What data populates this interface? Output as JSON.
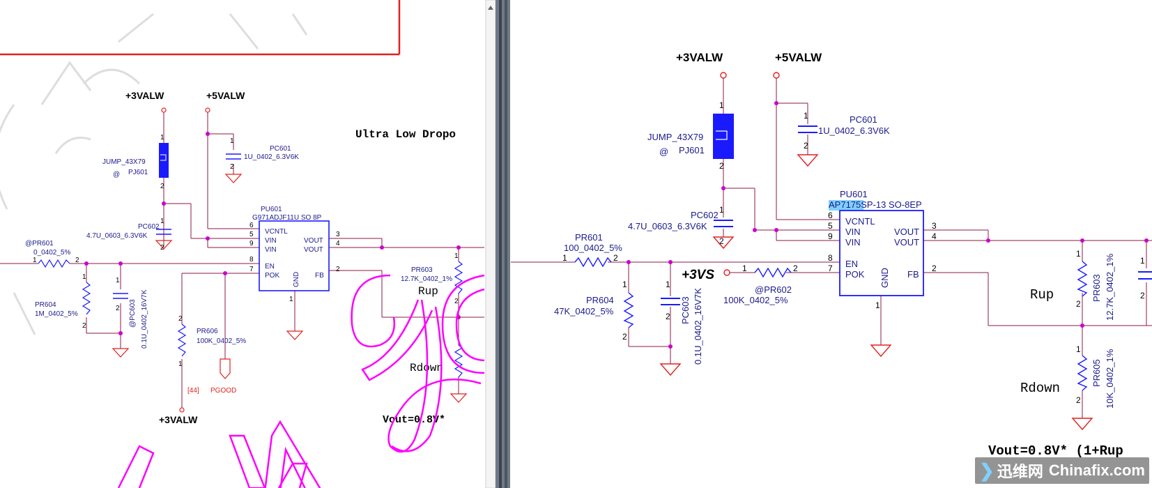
{
  "left": {
    "power_3valw": "+3VALW",
    "power_5valw": "+5VALW",
    "power_3valw_bottom": "+3VALW",
    "title_text": "Ultra Low Dropo",
    "jump_name": "JUMP_43X79",
    "jump_at": "@",
    "jump_ref": "PJ601",
    "pc601_ref": "PC601",
    "pc601_val": "1U_0402_6.3V6K",
    "pc602_ref": "PC602",
    "pc602_val": "4.7U_0603_6.3V6K",
    "pr601_ref": "@PR601",
    "pr601_val": "0_0402_5%",
    "pr604_ref": "PR604",
    "pr604_val": "1M_0402_5%",
    "pc603_ref": "@PC603",
    "pc603_val": "0.1U_0402_16V7K",
    "pr606_ref": "PR606",
    "pr606_val": "100K_0402_5%",
    "pr603_ref": "PR603",
    "pr603_val": "12.7K_0402_1%",
    "pu601_ref": "PU601",
    "pu601_val": "G971ADJF11U SO 8P",
    "pin_vcntl": "VCNTL",
    "pin_vin1": "VIN",
    "pin_vin2": "VIN",
    "pin_en": "EN",
    "pin_pok": "POK",
    "pin_gnd": "GND",
    "pin_vout1": "VOUT",
    "pin_vout2": "VOUT",
    "pin_fb": "FB",
    "rup": "Rup",
    "rdown": "Rdown",
    "vout_eq": "Vout=0.8V*",
    "ref44": "[44]",
    "pgood": "PGOOD"
  },
  "right": {
    "power_3valw": "+3VALW",
    "power_5valw": "+5VALW",
    "power_3vs": "+3VS",
    "jump_name": "JUMP_43X79",
    "jump_at": "@",
    "jump_ref": "PJ601",
    "pc601_ref": "PC601",
    "pc601_val": "1U_0402_6.3V6K",
    "pc602_ref": "PC602",
    "pc602_val": "4.7U_0603_6.3V6K",
    "pr601_ref": "PR601",
    "pr601_val": "100_0402_5%",
    "pr604_ref": "PR604",
    "pr604_val": "47K_0402_5%",
    "pc603_ref": "PC603",
    "pc603_val": "0.1U_0402_16V7K",
    "pr602_ref": "@PR602",
    "pr602_val": "100K_0402_5%",
    "pr603_ref": "PR603",
    "pr603_val": "12.7K_0402_1%",
    "pr605_ref": "PR605",
    "pr605_val": "10K_0402_1%",
    "pu601_ref": "PU601",
    "pu601_val_hl": "AP7175",
    "pu601_val_rest": "SP-13 SO-8EP",
    "pin_vcntl": "VCNTL",
    "pin_vin1": "VIN",
    "pin_vin2": "VIN",
    "pin_en": "EN",
    "pin_pok": "POK",
    "pin_gnd": "GND",
    "pin_vout1": "VOUT",
    "pin_vout2": "VOUT",
    "pin_fb": "FB",
    "rup": "Rup",
    "rdown": "Rdown",
    "vout_eq": "Vout=0.8V* (1+Rup"
  },
  "watermark": {
    "cn": "迅维网",
    "en": "Chinafix.com"
  },
  "colors": {
    "wire": "#8b1a4a",
    "dot": "#cc00cc",
    "chip": "#1a1aff",
    "ground": "#e0201e",
    "resistor": "#1a1aff",
    "script": "#ff00ff"
  }
}
